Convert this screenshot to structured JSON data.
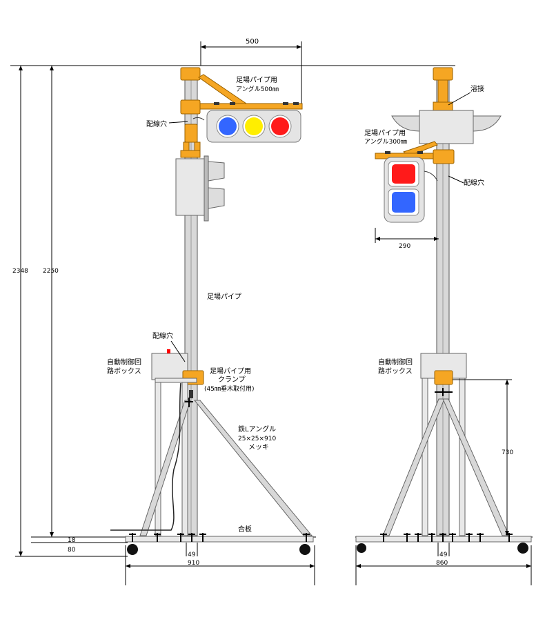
{
  "dimensions": {
    "d500": "500",
    "d2348": "2348",
    "d2250": "2250",
    "d18": "18",
    "d80": "80",
    "d49_left": "49",
    "d910": "910",
    "d49_right": "49",
    "d860": "860",
    "d730": "730",
    "d290": "290"
  },
  "labels": {
    "angle500_l1": "足場パイプ用",
    "angle500_l2": "アングル500㎜",
    "wire_hole_top": "配線穴",
    "scaffold_pipe": "足場パイプ",
    "wire_hole_mid": "配線穴",
    "control_box_left_l1": "自動制御回",
    "control_box_left_l2": "路ボックス",
    "clamp_l1": "足場パイプ用",
    "clamp_l2": "クランプ",
    "clamp_l3": "(45㎜垂木取付用)",
    "angle_iron_l1": "鉄Lアングル",
    "angle_iron_l2": "25×25×910",
    "angle_iron_l3": "メッキ",
    "base_plate": "合板",
    "weld": "溶接",
    "angle300_l1": "足場パイプ用",
    "angle300_l2": "アングル300㎜",
    "wire_hole_right": "配線穴",
    "control_box_right_l1": "自動制御回",
    "control_box_right_l2": "路ボックス"
  },
  "colors": {
    "clamp": "#f5a623",
    "lamp_blue": "#3366ff",
    "lamp_yellow": "#ffee00",
    "lamp_red": "#ff1a1a",
    "pole": "#d8d8d8"
  }
}
